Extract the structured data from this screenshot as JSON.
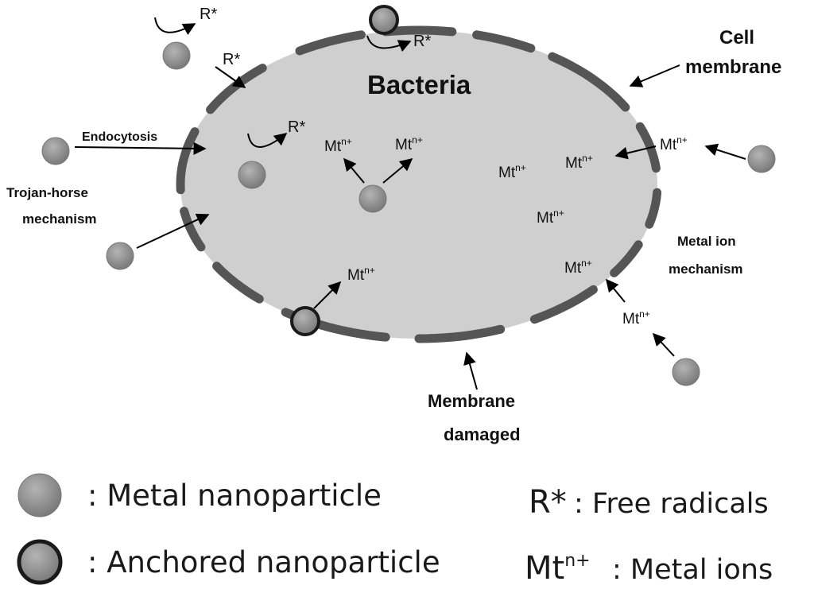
{
  "title": "Bacteria",
  "labels": {
    "cell_membrane_line1": "Cell",
    "cell_membrane_line2": "membrane",
    "endocytosis": "Endocytosis",
    "trojan_line1": "Trojan-horse",
    "trojan_line2": "mechanism",
    "metal_ion_line1": "Metal ion",
    "metal_ion_line2": "mechanism",
    "damaged_line1": "Membrane",
    "damaged_line2": "damaged",
    "radical": "R*",
    "ion_base": "Mt",
    "ion_sup": "n+"
  },
  "legend": {
    "metal_np": ": Metal nanoparticle",
    "anchored_np": ": Anchored nanoparticle",
    "radical_sym": "R*",
    "radical_desc": ": Free radicals",
    "ion_sym": "Mt",
    "ion_sup": "n+",
    "ion_desc": ": Metal ions"
  },
  "colors": {
    "cell_fill": "#cfcfcf",
    "membrane": "#555555",
    "particle": "#8a8a8a",
    "anchored_ring": "#1a1a1a"
  }
}
